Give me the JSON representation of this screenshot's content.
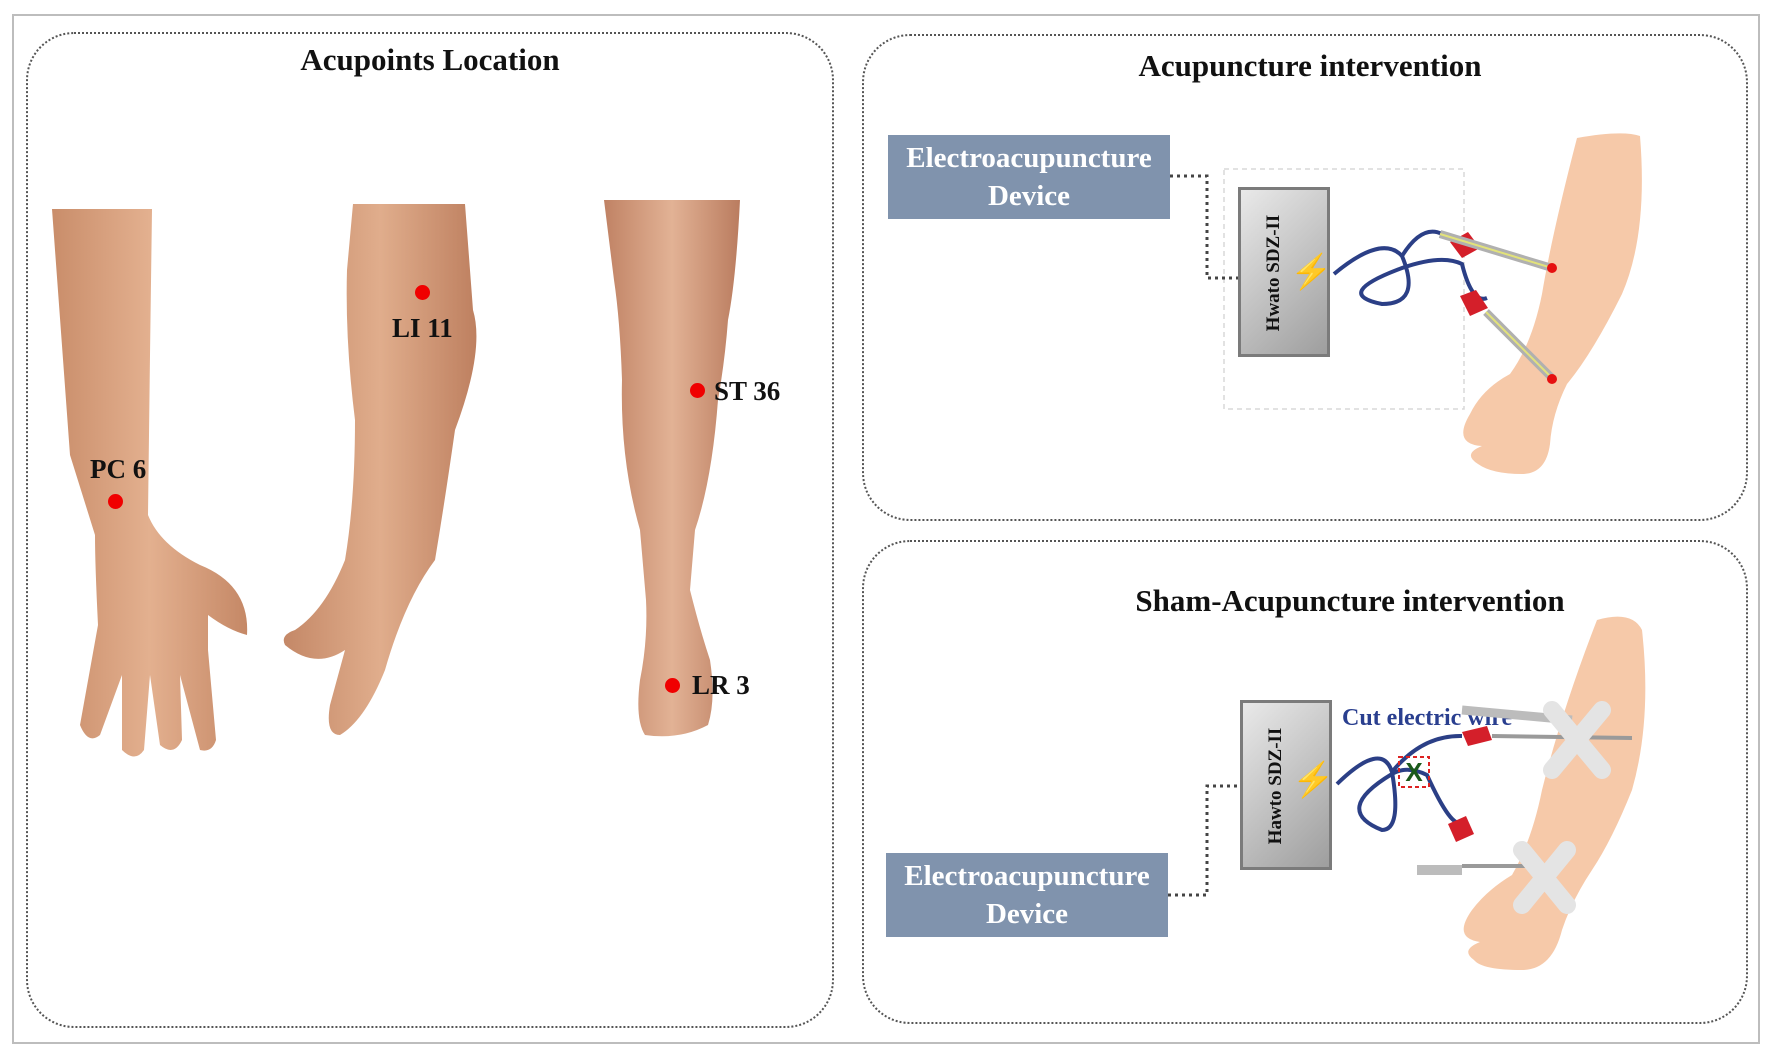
{
  "panels": {
    "locations": {
      "title": "Acupoints Location",
      "points": {
        "pc6": "PC 6",
        "li11": "LI 11",
        "st36": "ST 36",
        "lr3": "LR 3"
      }
    },
    "acupuncture": {
      "title": "Acupuncture intervention",
      "device_line1": "Electroacupuncture",
      "device_line2": "Device",
      "machine_label": "Hwato SDZ-II"
    },
    "sham": {
      "title": "Sham-Acupuncture intervention",
      "device_line1": "Electroacupuncture",
      "device_line2": "Device",
      "machine_label": "Hawto SDZ-II",
      "cut_label": "Cut electric wire"
    }
  },
  "colors": {
    "point": "#f00000",
    "device_box": "#8093ad",
    "wire": "#2b3f86",
    "skin": "#f6c9a9",
    "cut_label": "#2a3f8f"
  }
}
